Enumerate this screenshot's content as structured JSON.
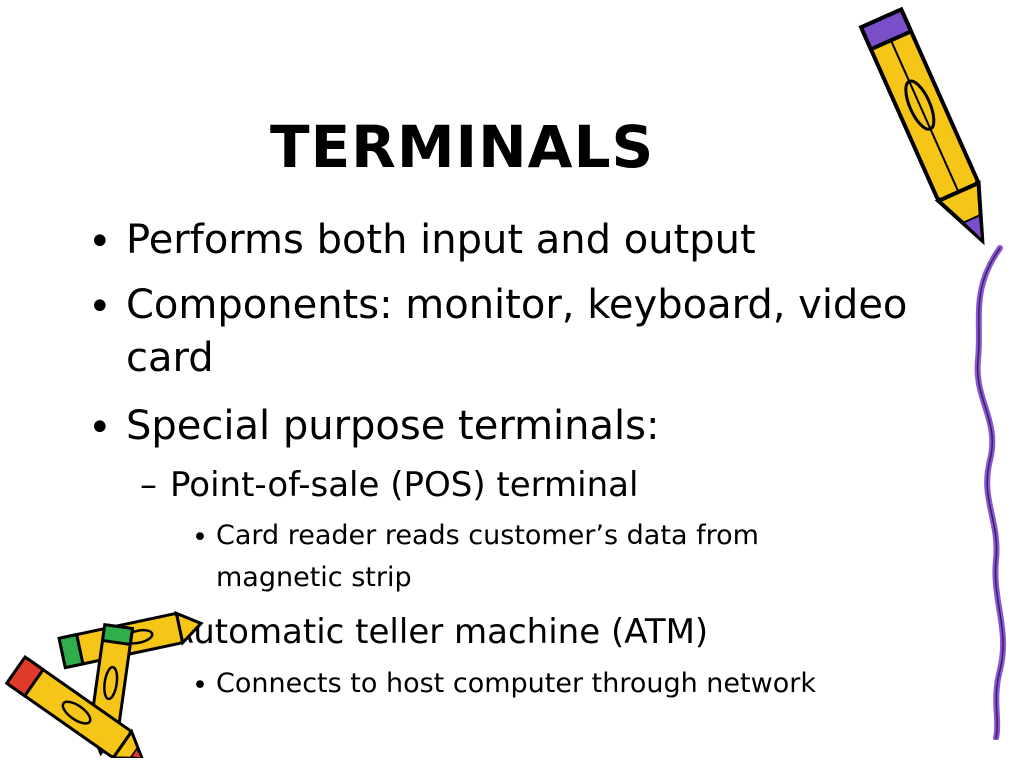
{
  "slide": {
    "title": "TERMINALS",
    "bullets": {
      "b1": "Performs both input and output",
      "b2_line1": "Components: monitor, keyboard, video",
      "b2_line2": "card",
      "b3": "Special purpose terminals:",
      "s1": "Point-of-sale (POS) terminal",
      "s1a_line1": "Card reader reads customer’s data from",
      "s1a_line2": "magnetic strip",
      "s2": "Automatic teller machine (ATM)",
      "s2a": "Connects to host computer through network"
    },
    "markers": {
      "bullet": "•",
      "dash": "–"
    }
  },
  "colors": {
    "pencil_body": "#f5c518",
    "pencil_outline": "#000000",
    "pencil_accent": "#7b4fc9",
    "squiggle": "#8a55d6",
    "eraser_red": "#e03a2a",
    "eraser_green": "#2fae4a"
  },
  "icons": [
    "pencil-icon",
    "crossed-pencils-icon",
    "squiggle-line-icon"
  ]
}
